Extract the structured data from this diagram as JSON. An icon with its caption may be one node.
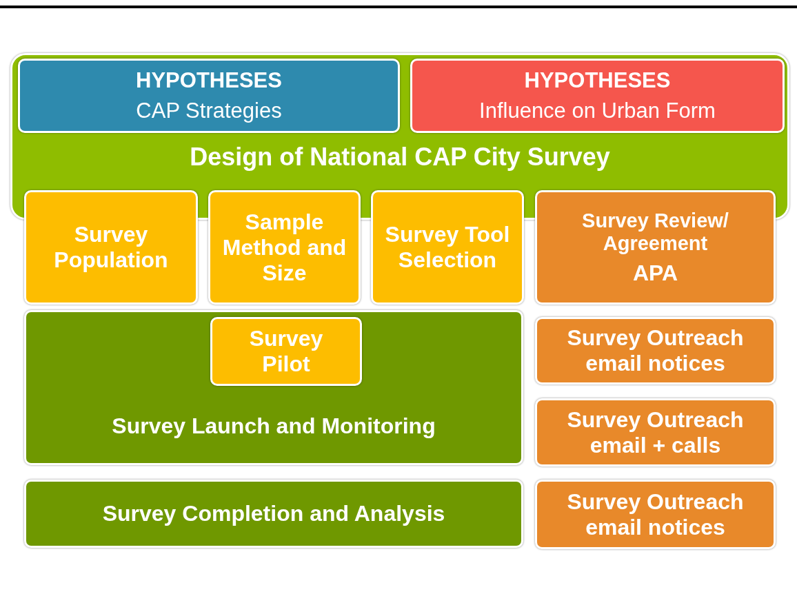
{
  "diagram": {
    "nodes": [
      {
        "text": [
          "Design of National CAP City Survey"
        ]
      },
      {
        "text": [
          "HYPOTHESES",
          "CAP Strategies"
        ],
        "in": 0
      },
      {
        "text": [
          "HYPOTHESES",
          "Influence on Urban Form"
        ],
        "in": 0
      },
      {
        "text": [
          "Survey Population"
        ]
      },
      {
        "text": [
          "Sample Method and Size"
        ]
      },
      {
        "text": [
          "Survey Tool Selection"
        ]
      },
      {
        "text": [
          "Survey Review/ Agreement",
          "APA"
        ]
      },
      {
        "text": [
          "Survey Launch and Monitoring"
        ]
      },
      {
        "text": [
          "Survey Pilot"
        ],
        "in": 7
      },
      {
        "text": [
          "Survey Outreach email notices"
        ]
      },
      {
        "text": [
          "Survey Outreach email + calls"
        ]
      },
      {
        "text": [
          "Survey Completion and Analysis"
        ]
      },
      {
        "text": [
          "Survey Outreach email notices"
        ]
      }
    ]
  }
}
